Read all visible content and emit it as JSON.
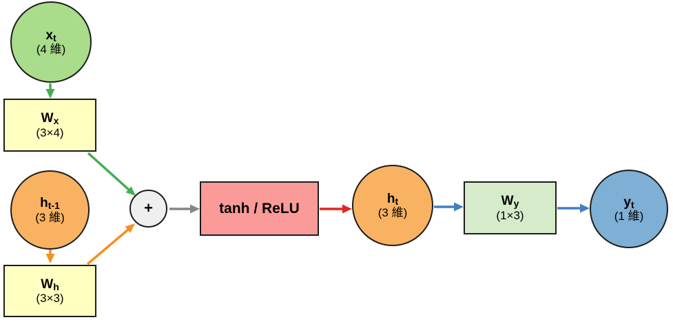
{
  "nodes": {
    "xt": {
      "main": "x",
      "sub": "t",
      "dim": "(4 維)"
    },
    "wx": {
      "main": "W",
      "sub": "x",
      "dim": "(3×4)"
    },
    "ht_prev": {
      "main": "h",
      "sub": "t-1",
      "dim": "(3 維)"
    },
    "wh": {
      "main": "W",
      "sub": "h",
      "dim": "(3×3)"
    },
    "sum": {
      "label": "+"
    },
    "activation": {
      "label": "tanh / ReLU"
    },
    "ht": {
      "main": "h",
      "sub": "t",
      "dim": "(3 維)"
    },
    "wy": {
      "main": "W",
      "sub": "y",
      "dim": "(1×3)"
    },
    "yt": {
      "main": "y",
      "sub": "t",
      "dim": "(1 維)"
    }
  },
  "edges": [
    {
      "from": "xt",
      "to": "wx",
      "color": "arrow_green"
    },
    {
      "from": "wx",
      "to": "sum",
      "color": "arrow_green"
    },
    {
      "from": "ht_prev",
      "to": "wh",
      "color": "arrow_orange"
    },
    {
      "from": "wh",
      "to": "sum",
      "color": "arrow_orange"
    },
    {
      "from": "sum",
      "to": "activation",
      "color": "arrow_gray"
    },
    {
      "from": "activation",
      "to": "ht",
      "color": "arrow_red"
    },
    {
      "from": "ht",
      "to": "wy",
      "color": "arrow_blue"
    },
    {
      "from": "wy",
      "to": "yt",
      "color": "arrow_blue"
    }
  ],
  "colors": {
    "node_green": "#a9dc8b",
    "node_yellow": "#ffffc1",
    "node_orange": "#f9b262",
    "node_pink": "#fa9b99",
    "node_lightgreen": "#d6ebca",
    "node_blue": "#7eafd4",
    "node_gray": "#efefef",
    "border": "#1c1c1c",
    "arrow_green": "#44ae51",
    "arrow_orange": "#f78f1e",
    "arrow_gray": "#858585",
    "arrow_red": "#e62222",
    "arrow_blue": "#417fc1"
  }
}
